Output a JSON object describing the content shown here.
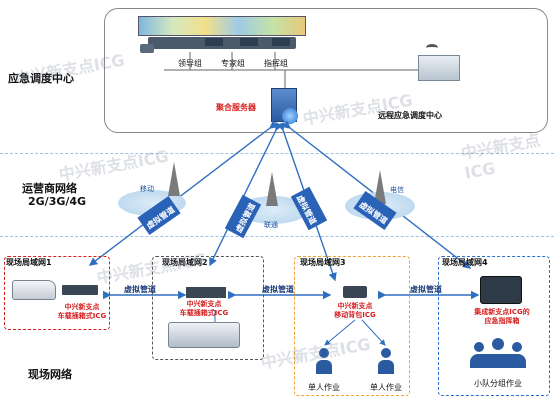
{
  "zones": {
    "command": "应急调度中心",
    "carrier": "运营商网络",
    "carrier_sub": "2G/3G/4G",
    "field": "现场网络"
  },
  "center": {
    "groups": [
      "领导组",
      "专家组",
      "指挥组"
    ],
    "server": "聚合服务器",
    "remote": "远程应急调度中心"
  },
  "carriers": {
    "mobile": "移动",
    "unicom": "联通",
    "telecom": "电信"
  },
  "pipe": "虚拟管道",
  "lans": [
    {
      "title": "现场局域网1",
      "device": "中兴新支点\n车载插箱式ICG"
    },
    {
      "title": "现场局域网2",
      "device": "中兴新支点\n车载插箱式ICG"
    },
    {
      "title": "现场局域网3",
      "device": "中兴新支点\n移动背包ICG",
      "workers": [
        "单人作业",
        "单人作业"
      ]
    },
    {
      "title": "现场局域网4",
      "device": "集成新支点ICG的\n应急指挥箱",
      "team": "小队分组作业"
    }
  ],
  "watermark": "中兴新支点ICG",
  "colors": {
    "arrow": "#2f6fc0",
    "pipe_fill": "#2a62b8",
    "red": "#d42020",
    "orange": "#f0a030",
    "blue_dash": "#2a6fd0"
  }
}
